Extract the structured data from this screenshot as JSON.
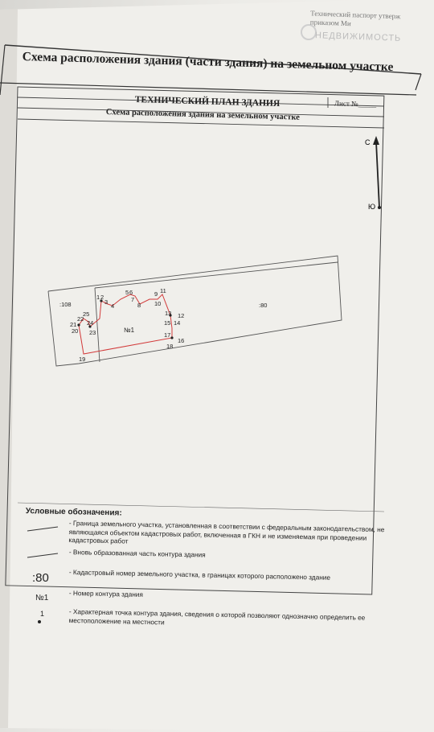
{
  "header": {
    "top_note_line1": "Технический паспорт утверж",
    "top_note_line2": "приказом Ми",
    "watermark": "НЕДВИЖИМОСТЬ",
    "main_title": "Схема расположения здания (части здания) на земельном участке",
    "tech_plan_title": "ТЕХНИЧЕСКИЙ ПЛАН ЗДАНИЯ",
    "sheet_no": "Лист №_____",
    "sub_title": "Схема расположения здания на земельном участке"
  },
  "compass": {
    "north": "С",
    "south": "Ю"
  },
  "plan": {
    "parcels": [
      ":108",
      ":80"
    ],
    "building_no": "№1",
    "points": [
      "1",
      "2",
      "3",
      "4",
      "5",
      "6",
      "7",
      "8",
      "9",
      "10",
      "11",
      "12",
      "13",
      "14",
      "15",
      "16",
      "17",
      "18",
      "19",
      "20",
      "21",
      "22",
      "23",
      "24",
      "25"
    ]
  },
  "legend": {
    "title": "Условные обозначения:",
    "items": [
      {
        "symbol": "",
        "text": "- Граница земельного участка, установленная в соответствии с федеральным законодательством, не являющаяся объектом кадастровых работ, включенная в ГКН и не изменяемая при проведении кадастровых работ"
      },
      {
        "symbol": "",
        "text": "- Вновь образованная часть контура здания"
      },
      {
        "symbol": ":80",
        "text": "- Кадастровый номер земельного участка, в границах которого расположено здание"
      },
      {
        "symbol": "№1",
        "text": "- Номер контура здания"
      },
      {
        "symbol": "1",
        "text": "- Характерная точка контура здания, сведения о которой позволяют однозначно определить ее местоположение на местности"
      }
    ]
  },
  "colors": {
    "paper": "#efeeea",
    "ink": "#222222",
    "boundary": "#444444",
    "building": "#d23a3a"
  }
}
